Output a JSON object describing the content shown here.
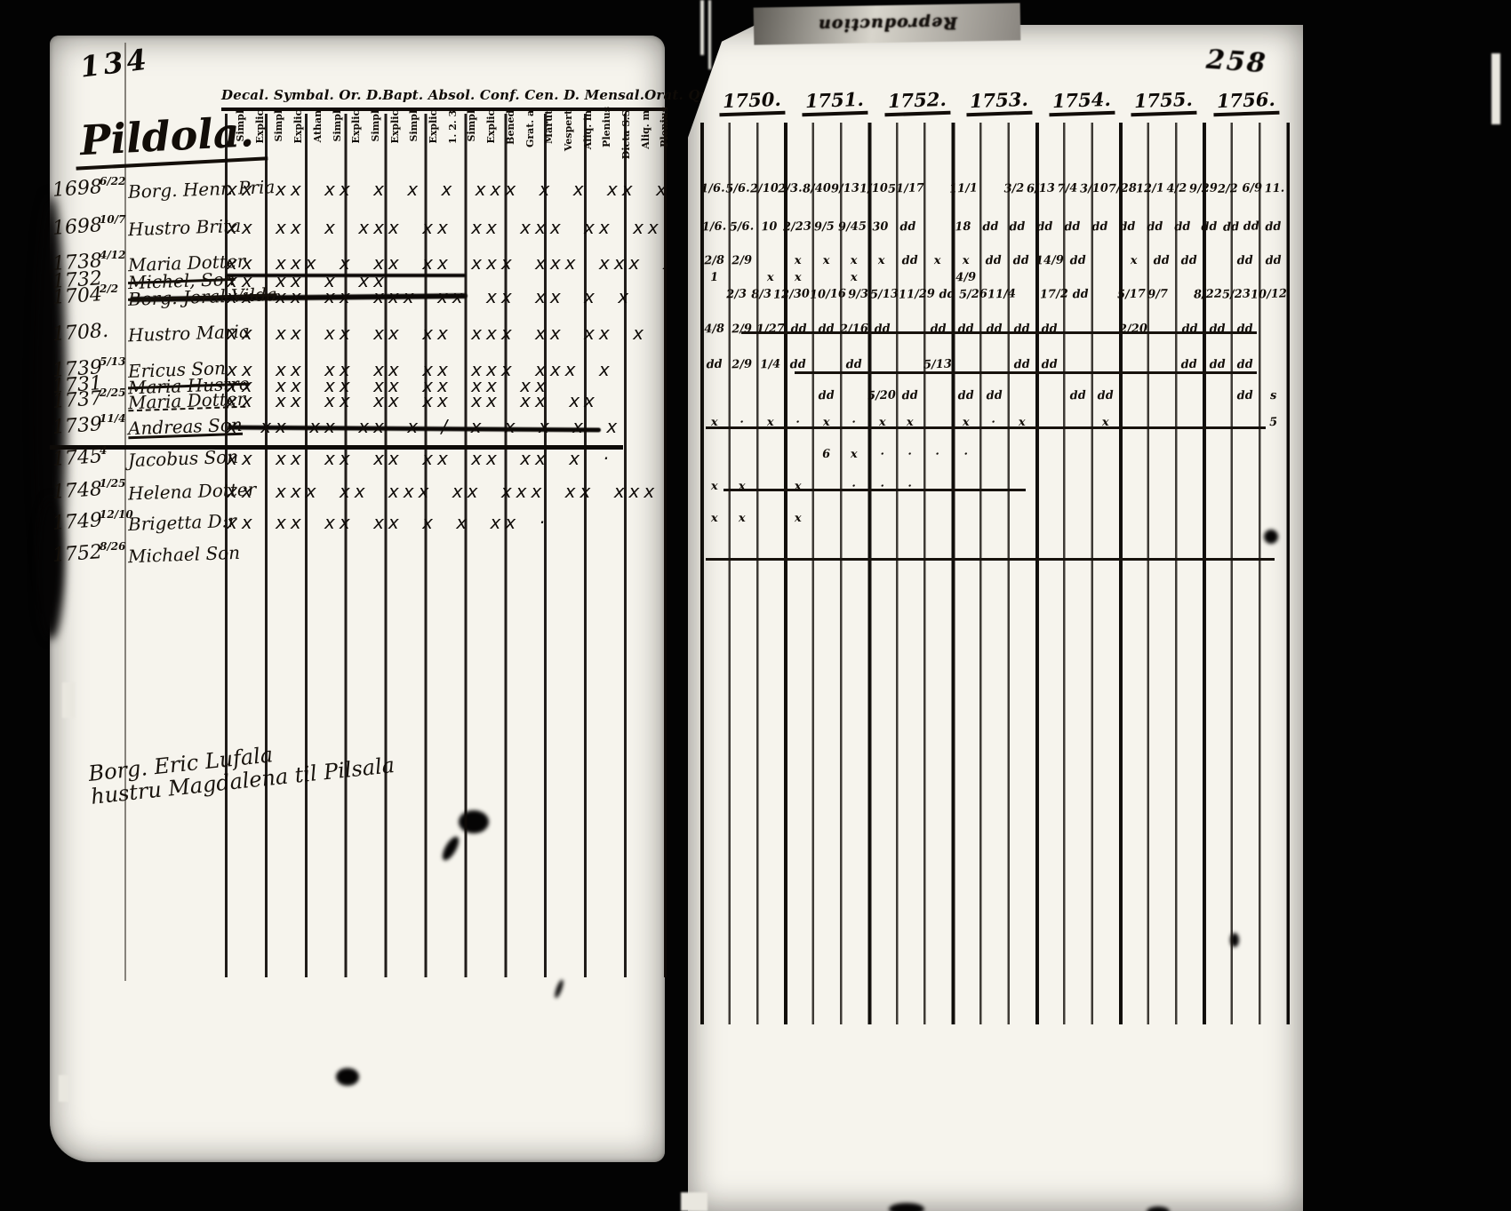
{
  "colors": {
    "background": "#030303",
    "paper": "#f6f4ed",
    "ink": "#15100a"
  },
  "stamp_text": "Reproduction",
  "left_page": {
    "page_number": "134",
    "heading": "Pildola.",
    "printed_header": "Decal. Symbal. Or. D.Bapt. Absol. Conf. Cen. D. Mensal.Orat. Quæß.Tab.",
    "column_labels": [
      "Simpl.",
      "Explic.",
      "Simpl.",
      "Explic.",
      "Athan.",
      "Simpl.",
      "Explic.",
      "Simpl.",
      "Explic.",
      "Simpl.",
      "Explic.",
      "1. 2. 3.",
      "Simpl.",
      "Explic.",
      "Bened.",
      "Grat. a.",
      "Marut.",
      "Vespert.",
      "Aliq. in.",
      "Plenius",
      "Dicta S.S.",
      "Aliq. m.",
      "Plenius"
    ],
    "rows": [
      {
        "year": "1698",
        "date": "6/22",
        "name": "Borg. Henr. Pria",
        "marks": "xx xx  xx x  x  x  xxx  x x  xx  xx"
      },
      {
        "year": "1698",
        "date": "10/7",
        "name": "Hustro Brita",
        "marks": "xx xx x xxx  xx  xx xxx  xx  xx  xx  x x"
      },
      {
        "year": "1738",
        "date": "4/12",
        "name": "Maria Dotter",
        "marks": "xx xxx x  xx  xx xxx  xxx  xxx  xxx  xx"
      },
      {
        "year": "1732",
        "date": "",
        "name": "Michel, Son",
        "marks": "xx  xx  x  xx"
      },
      {
        "year": "1704",
        "date": "2/2",
        "name": "Borg. Joral Vilda",
        "marks": "xx  xx  xx  xxx  xx  xx  xx  x x"
      },
      {
        "year": "1708.",
        "date": "",
        "name": "Hustro Maria",
        "marks": "xx  xx  xx  xx  xx  xxx  xx  xx  x"
      },
      {
        "year": "1739",
        "date": "5/13",
        "name": "Ericus Son",
        "marks": "xx  xx  xx  xx  xx  xxx  xxx  x"
      },
      {
        "year": "1731",
        "date": "",
        "name": "Maria Hustro",
        "marks": "xx  xx  xx  xx  xx  xx  xx"
      },
      {
        "year": "1737",
        "date": "2/25",
        "name": "Maria Dotter",
        "marks": "xx  xx  xx  xx  xx  xx  xx  xx"
      },
      {
        "year": "1739",
        "date": "11/4",
        "name": "Andreas Son",
        "marks": "x  xx  xx  xx  x /  x x  x  x  x"
      },
      {
        "year": "1745",
        "date": "4",
        "name": "Jacobus Son",
        "marks": "xx  xx  xx  xx  xx  xx  xx  x ·"
      },
      {
        "year": "1748",
        "date": "1/25",
        "name": "Helena Dotter",
        "marks": "xx  xxx  xx  xxx  xx  xxx  xx  xxx"
      },
      {
        "year": "1749",
        "date": "12/10",
        "name": "Brigetta D:r",
        "marks": "xx  xx  xx  xx  x  x  xx  ·"
      },
      {
        "year": "1752",
        "date": "8/26",
        "name": "Michael Son",
        "marks": ""
      }
    ],
    "footer_lines": [
      "Borg. Eric Lufala",
      "hustru Magdalena til Pilsala"
    ]
  },
  "right_page": {
    "page_number": "258",
    "years": [
      "1750.",
      "1751.",
      "1752.",
      "1753.",
      "1754.",
      "1755.",
      "1756."
    ],
    "rows": [
      [
        "1/6.",
        "5/6.",
        "2/10",
        "2/3.",
        "8/40",
        "9/13",
        "1/10",
        "51/17",
        "",
        "11/1",
        "",
        "3/2",
        "6/13",
        "7/4",
        "3/10",
        "7/28",
        "12/1",
        "4/2",
        "9/29",
        "2/2 6/9",
        "11."
      ],
      [
        "1/6.",
        "5/6.",
        "10",
        "2/23",
        "9/5",
        "9/45",
        "30",
        "dd",
        "",
        "18",
        "dd",
        "dd",
        "dd",
        "dd",
        "dd",
        "dd",
        "dd",
        "dd",
        "dd",
        "dd dd",
        "dd"
      ],
      [
        "2/8",
        "2/9",
        "",
        "x",
        "x",
        "x",
        "x",
        "dd",
        "x",
        "x",
        "dd",
        "dd",
        "14/9",
        "dd",
        "",
        "x",
        "dd",
        "dd",
        "",
        "dd",
        "dd"
      ],
      [
        "1",
        "",
        "x",
        "x",
        "",
        "x",
        "",
        "",
        "",
        "4/9",
        "",
        "",
        "",
        "",
        "",
        "",
        "",
        "",
        "",
        "",
        ""
      ],
      [
        "",
        "2/3",
        "8/3",
        "12/30",
        "10/16",
        "9/3",
        "5/13",
        "11/29",
        "dd",
        "5/26",
        "11/4",
        "",
        "17/2",
        "dd",
        "",
        "5/17",
        "9/7",
        "",
        "8/22",
        "5/23",
        "10/12"
      ],
      [
        "4/8",
        "2/9",
        "1/27",
        "dd",
        "dd",
        "2/16",
        "dd",
        "",
        "dd",
        "dd",
        "dd",
        "dd",
        "dd",
        "",
        "",
        "2/20",
        "",
        "dd",
        "dd",
        "dd",
        ""
      ],
      [
        "dd",
        "2/9",
        "1/4",
        "dd",
        "",
        "dd",
        "",
        "",
        "5/13",
        "",
        "",
        "dd",
        "dd",
        "",
        "",
        "",
        "",
        "dd",
        "dd",
        "dd",
        ""
      ],
      [
        "",
        "",
        "",
        "",
        "dd",
        "",
        "5/20",
        "dd",
        "",
        "dd",
        "dd",
        "",
        "",
        "dd",
        "dd",
        "",
        "",
        "",
        "",
        "dd",
        "s"
      ],
      [
        "x",
        "·",
        "x",
        "·",
        "x",
        "·",
        "x",
        "x",
        "",
        "x",
        "·",
        "x",
        "",
        "",
        "x",
        "",
        "",
        "",
        "",
        "",
        "5"
      ],
      [
        "",
        "",
        "",
        "",
        "6",
        "x",
        "·",
        "·",
        "·",
        "·",
        "",
        "",
        "",
        "",
        "",
        "",
        "",
        "",
        "",
        "",
        ""
      ],
      [
        "x",
        "x",
        "",
        "x",
        "",
        "·",
        "·",
        "·",
        "",
        "",
        "",
        "",
        "",
        "",
        "",
        "",
        "",
        "",
        "",
        "",
        ""
      ],
      [
        "x",
        "x",
        "",
        "x",
        "",
        "",
        "",
        "",
        "",
        "",
        "",
        "",
        "",
        "",
        "",
        "",
        "",
        "",
        "",
        "",
        ""
      ]
    ]
  }
}
